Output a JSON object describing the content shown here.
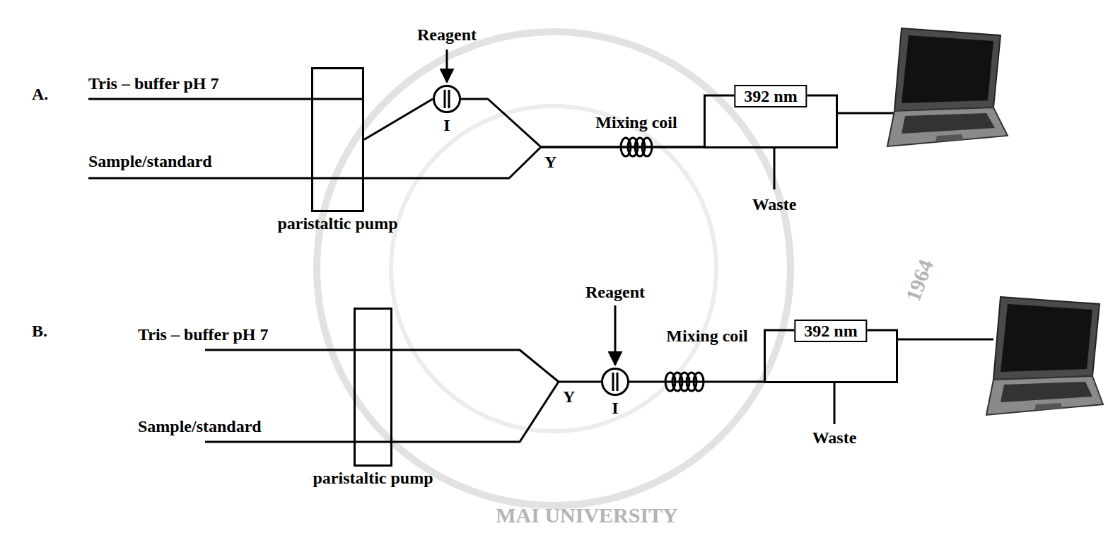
{
  "diagram": {
    "nodes": [
      {
        "text": [
          "paristaltic pump"
        ]
      },
      {
        "text": [
          "I"
        ]
      },
      {
        "text": [
          "392 nm"
        ]
      },
      {
        "text": [
          "paristaltic pump"
        ]
      },
      {
        "text": [
          "I"
        ]
      },
      {
        "text": [
          "392 nm"
        ]
      }
    ],
    "edges": [
      {
        "from": 0,
        "to": 1,
        "arrow": "none"
      },
      {
        "from": 1,
        "to": 2,
        "arrow": "none"
      },
      {
        "from": 0,
        "to": 2,
        "arrow": "none"
      },
      {
        "from": 3,
        "to": 4,
        "arrow": "none"
      },
      {
        "from": 4,
        "to": 5,
        "arrow": "none"
      }
    ],
    "labels": [
      "A.",
      "Tris – buffer pH 7",
      "Sample/standard",
      "Reagent",
      "Mixing coil",
      "Y",
      "Waste",
      "B.",
      "Tris – buffer pH 7",
      "Sample/standard",
      "Reagent",
      "Y",
      "Mixing coil",
      "Waste",
      "MAI UNIVERSITY",
      "1964"
    ]
  }
}
